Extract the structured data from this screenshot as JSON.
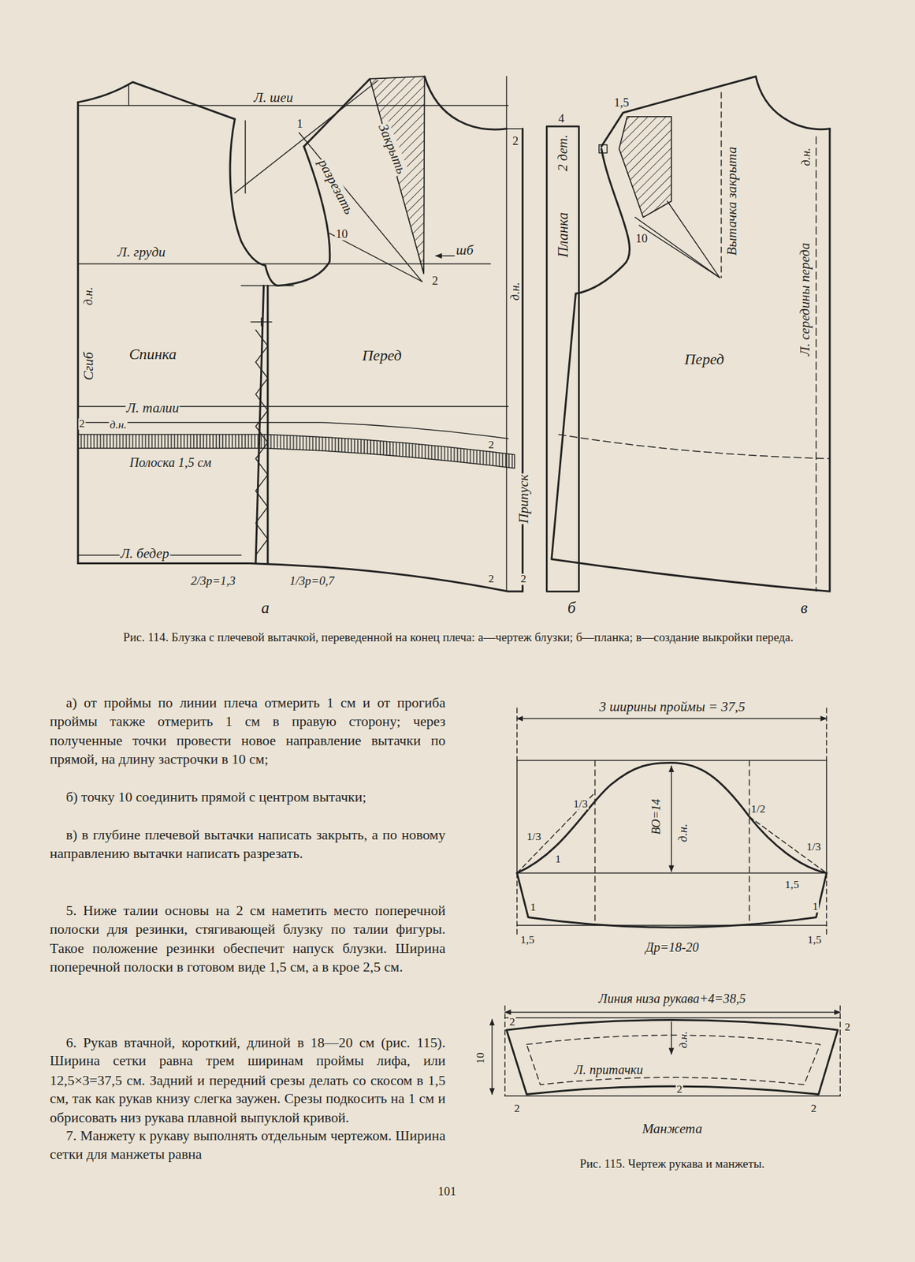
{
  "diagram": {
    "caption": "Рис. 114. Блузка с плечевой вытачкой, переведенной на конец плеча: а—чертеж блузки; б—планка; в—создание выкройки переда.",
    "labels": [
      "Л. шеи",
      "1",
      "разрезать",
      "Закрыть",
      "10",
      "шб",
      "2",
      "Л. груди",
      "д.н.",
      "Сгиб",
      "Спинка",
      "Перед",
      "Л. талии",
      "2",
      "д.н.",
      "Полоска 1,5 см",
      "2",
      "Л. бедер",
      "2/3р=1,3",
      "1/3р=0,7",
      "2",
      "2",
      "а",
      "2",
      "д.н.",
      "Припуск",
      "4",
      "Планка",
      "2 дет.",
      "б",
      "1,5",
      "10",
      "Вытачка закрыта",
      "д.н.",
      "Л. середины переда",
      "Перед",
      "в",
      "3 ширины проймы = 37,5",
      "1/3",
      "1/3",
      "1",
      "ВО=14",
      "д.н.",
      "1/2",
      "1/3",
      "1,5",
      "1",
      "1",
      "1,5",
      "1,5",
      "Др=18-20",
      "Линия низа рукава+4=38,5",
      "2",
      "2",
      "10",
      "д.н.",
      "Л. притачки",
      "2",
      "2",
      "2",
      "Манжета",
      "Рис. 115. Чертеж рукава и манжеты.",
      "а) от проймы по линии плеча отмерить 1 см и от прогиба проймы также отмерить 1 см в правую сторону; через полученные точки провести новое направление вытачки по прямой, на длину застрочки в 10 см;",
      "б) точку 10 соединить прямой с центром вытачки;",
      "в) в глубине плечевой вытачки написать закрыть, а по новому направлению вытачки написать разрезать.",
      "5. Ниже талии основы на 2 см наметить место поперечной полоски для резинки, стягивающей блузку по талии фигуры. Такое положение резинки обеспечит напуск блузки. Ширина поперечной полоски в готовом виде 1,5 см, а в крое 2,5 см.",
      "6. Рукав втачной, короткий, длиной в 18—20 см (рис. 115). Ширина сетки равна трем ширинам проймы лифа, или 12,5×3=37,5 см. Задний и передний срезы делать со скосом в 1,5 см, так как рукав книзу слегка заужен. Срезы подкосить на 1 см и обрисовать низ рукава плавной выпуклой кривой.",
      "7. Манжету к рукаву выполнять отдельным чертежом. Ширина сетки для манжеты равна",
      "101"
    ]
  }
}
